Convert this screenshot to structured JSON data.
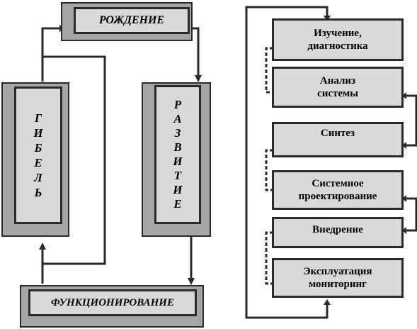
{
  "left_cycle": {
    "birth": "РОЖДЕНИЕ",
    "death": [
      "Г",
      "И",
      "Б",
      "Е",
      "Л",
      "Ь"
    ],
    "development": [
      "Р",
      "А",
      "З",
      "В",
      "И",
      "Т",
      "И",
      "Е"
    ],
    "functioning": "ФУНКЦИОНИРОВАНИЕ"
  },
  "right_steps": [
    {
      "line1": "Изучение,",
      "line2": "диагностика"
    },
    {
      "line1": "Анализ",
      "line2": "системы"
    },
    {
      "line1": "Синтез",
      "line2": ""
    },
    {
      "line1": "Системное",
      "line2": "проектирование"
    },
    {
      "line1": "Внедрение",
      "line2": ""
    },
    {
      "line1": "Эксплуатация",
      "line2": "мониторинг"
    }
  ],
  "colors": {
    "fill": "#d9d9d9",
    "frame": "#a6a6a6",
    "line": "#2a2a2a"
  }
}
